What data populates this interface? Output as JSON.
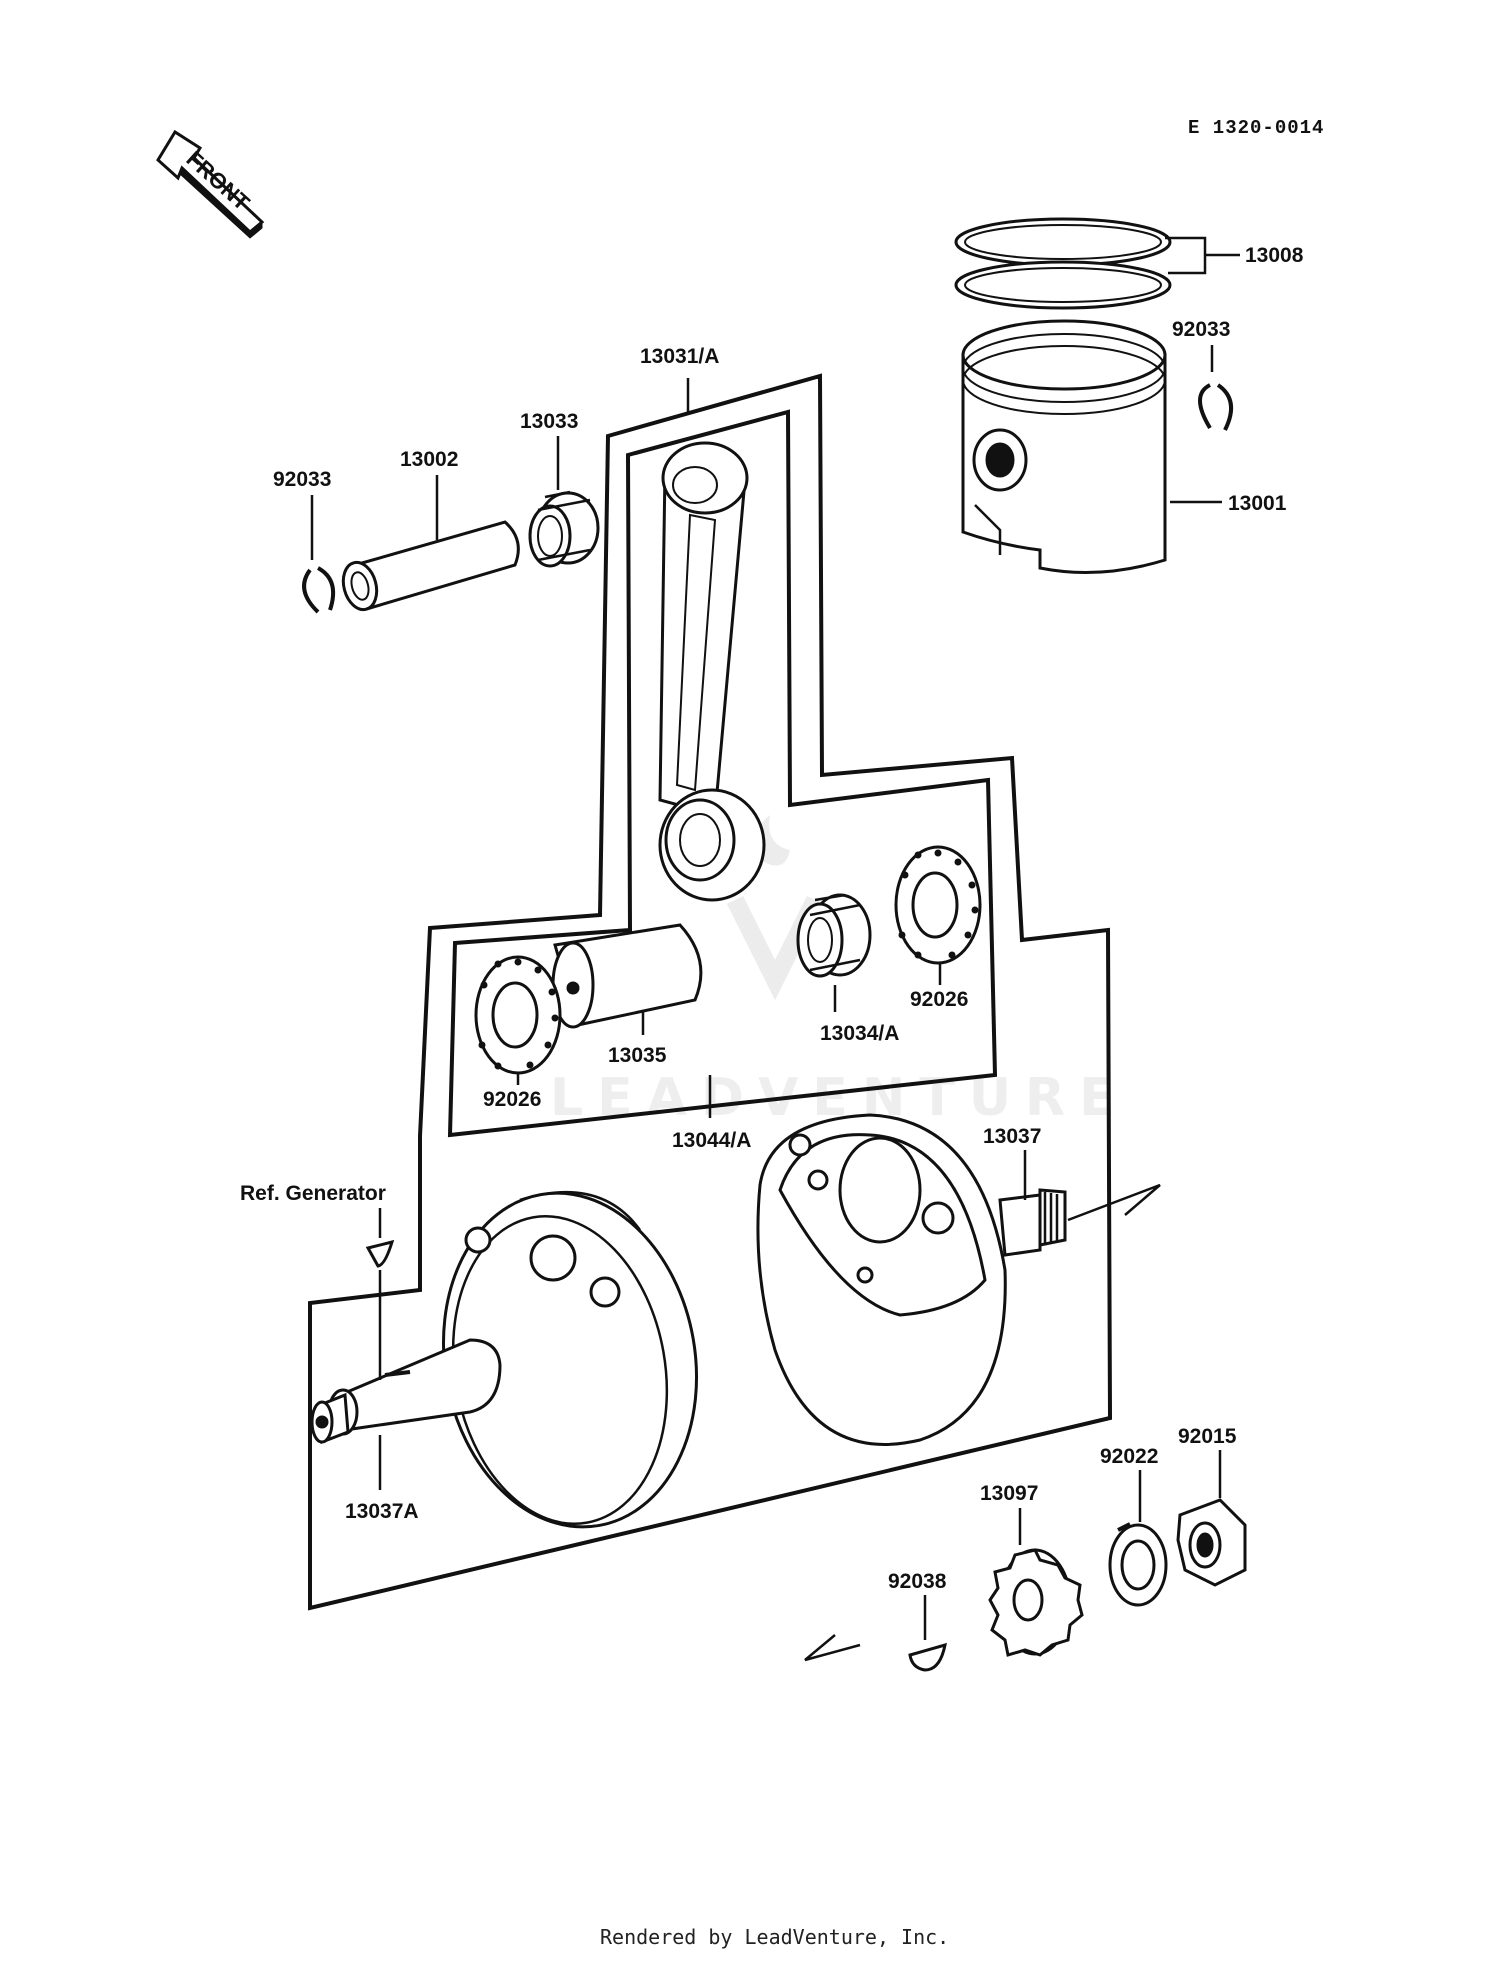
{
  "diagram_code": "E 1320-0014",
  "front_arrow_label": "FRONT",
  "footer": "Rendered by LeadVenture, Inc.",
  "watermark": "LEADVENTURE",
  "ref_generator": "Ref. Generator",
  "parts": {
    "p13008": "13008",
    "p92033_piston": "92033",
    "p13001": "13001",
    "p13031A": "13031/A",
    "p13033": "13033",
    "p13002": "13002",
    "p92033_left": "92033",
    "p13035": "13035",
    "p92026_left": "92026",
    "p13034A": "13034/A",
    "p92026_right": "92026",
    "p13044A": "13044/A",
    "p13037": "13037",
    "p13037A": "13037A",
    "p13097": "13097",
    "p92022": "92022",
    "p92015": "92015",
    "p92038": "92038"
  }
}
